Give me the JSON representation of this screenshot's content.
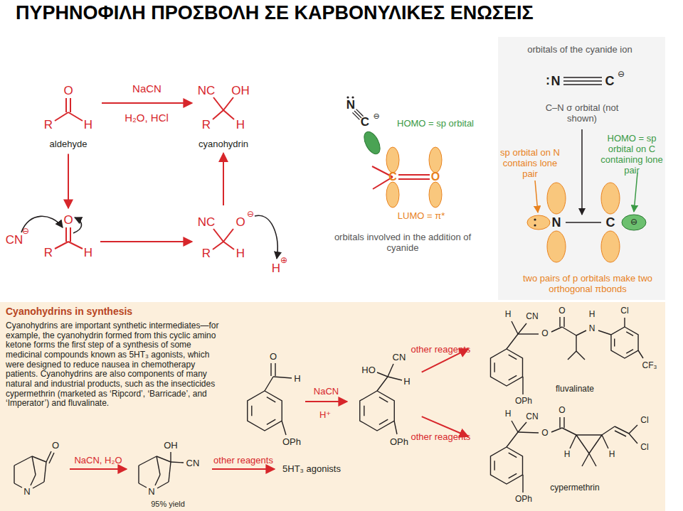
{
  "diagram": {
    "title": "ΠΥΡΗΝΟΦΙΛΗ ΠΡΟΣΒΟΛΗ ΣΕ ΚΑΡΒΟΝΥΛΙΚΕΣ ΕΝΩΣΕΙΣ",
    "nodes": [
      {
        "text": [
          "O",
          "R",
          "H",
          "aldehyde"
        ]
      },
      {
        "text": [
          "NC",
          "OH",
          "R",
          "H",
          "cyanohydrin"
        ]
      },
      {
        "text": [
          "CN",
          "⊖",
          "O",
          "R",
          "H"
        ]
      },
      {
        "text": [
          "NC",
          "O",
          "⊖",
          "R",
          "H",
          "H",
          "⊕"
        ]
      },
      {
        "text": [
          "Cyanohydrins in synthesis",
          "Cyanohydrins are important synthetic intermediates—for example, the cyanohydrin formed from this cyclic amino ketone forms the first step of a synthesis of some medicinal compounds known as 5HT₃ agonists, which were designed to reduce nausea in chemotherapy patients. Cyanohydrins are also components of many natural and industrial products, such as the insecticides cypermethrin (marketed as ‘Ripcord’, ‘Barricade’, and ‘Imperator’) and fluvalinate."
        ]
      },
      {
        "text": [
          "O",
          "N"
        ],
        "in": 4
      },
      {
        "text": [
          "OH",
          "CN",
          "N",
          "95% yield"
        ],
        "in": 4
      },
      {
        "text": [
          "5HT₃ agonists"
        ],
        "in": 4
      },
      {
        "text": [
          "O",
          "H",
          "OPh"
        ],
        "in": 4
      },
      {
        "text": [
          "HO",
          "CN",
          "H",
          "OPh"
        ],
        "in": 4
      },
      {
        "text": [
          "H",
          "CN",
          "O",
          "O",
          "H",
          "N",
          "Cl",
          "CF₃",
          "OPh",
          "fluvalinate"
        ],
        "in": 4
      },
      {
        "text": [
          "H",
          "CN",
          "O",
          "O",
          "H",
          "H",
          "Cl",
          "Cl",
          "OPh",
          "cypermethrin"
        ],
        "in": 4
      }
    ],
    "edges": [
      {
        "from": 0,
        "to": 1,
        "arrow": "to",
        "label": "NaCN"
      },
      {
        "from": 0,
        "to": 2,
        "arrow": "to"
      },
      {
        "from": 2,
        "to": 3,
        "arrow": "to"
      },
      {
        "from": 3,
        "to": 1,
        "arrow": "to"
      },
      {
        "from": 5,
        "to": 6,
        "arrow": "to",
        "label": "NaCN, H₂O"
      },
      {
        "from": 6,
        "to": 7,
        "arrow": "to",
        "label": "other reagents"
      },
      {
        "from": 8,
        "to": 9,
        "arrow": "to",
        "label": "NaCN"
      },
      {
        "from": 9,
        "to": 10,
        "arrow": "to",
        "label": "other reagents"
      },
      {
        "from": 9,
        "to": 11,
        "arrow": "to",
        "label": "other reagents"
      }
    ],
    "labels": [
      "H₂O, HCl",
      "N",
      "C",
      "⊖",
      "HOMO = sp orbital",
      "C",
      "O",
      "LUMO = π*",
      "orbitals involved in the addition of cyanide",
      "orbitals of the cyanide ion",
      ":",
      "N",
      "C",
      "⊖",
      "C–N σ orbital (not shown)",
      "sp orbital on N contains lone pair",
      "HOMO = sp orbital on C containing lone pair",
      "N",
      "C",
      "⊖",
      "two pairs of p orbitals make two orthogonal πbonds",
      "H⁺"
    ]
  }
}
